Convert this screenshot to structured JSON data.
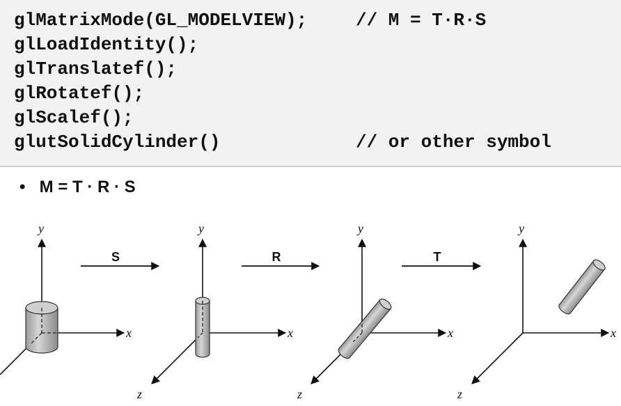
{
  "code": {
    "lines": [
      "glMatrixMode(GL_MODELVIEW);",
      "glLoadIdentity();",
      "glTranslatef();",
      "glRotatef();",
      "glScalef();",
      "glutSolidCylinder()"
    ],
    "comment_line1": "// M = T·R·S",
    "comment_line6": "// or other symbol"
  },
  "bullet": {
    "marker": "•",
    "text": "M = T · R · S"
  },
  "diagram": {
    "axis_x": "x",
    "axis_y": "y",
    "axis_z": "z",
    "steps": [
      "S",
      "R",
      "T"
    ]
  }
}
